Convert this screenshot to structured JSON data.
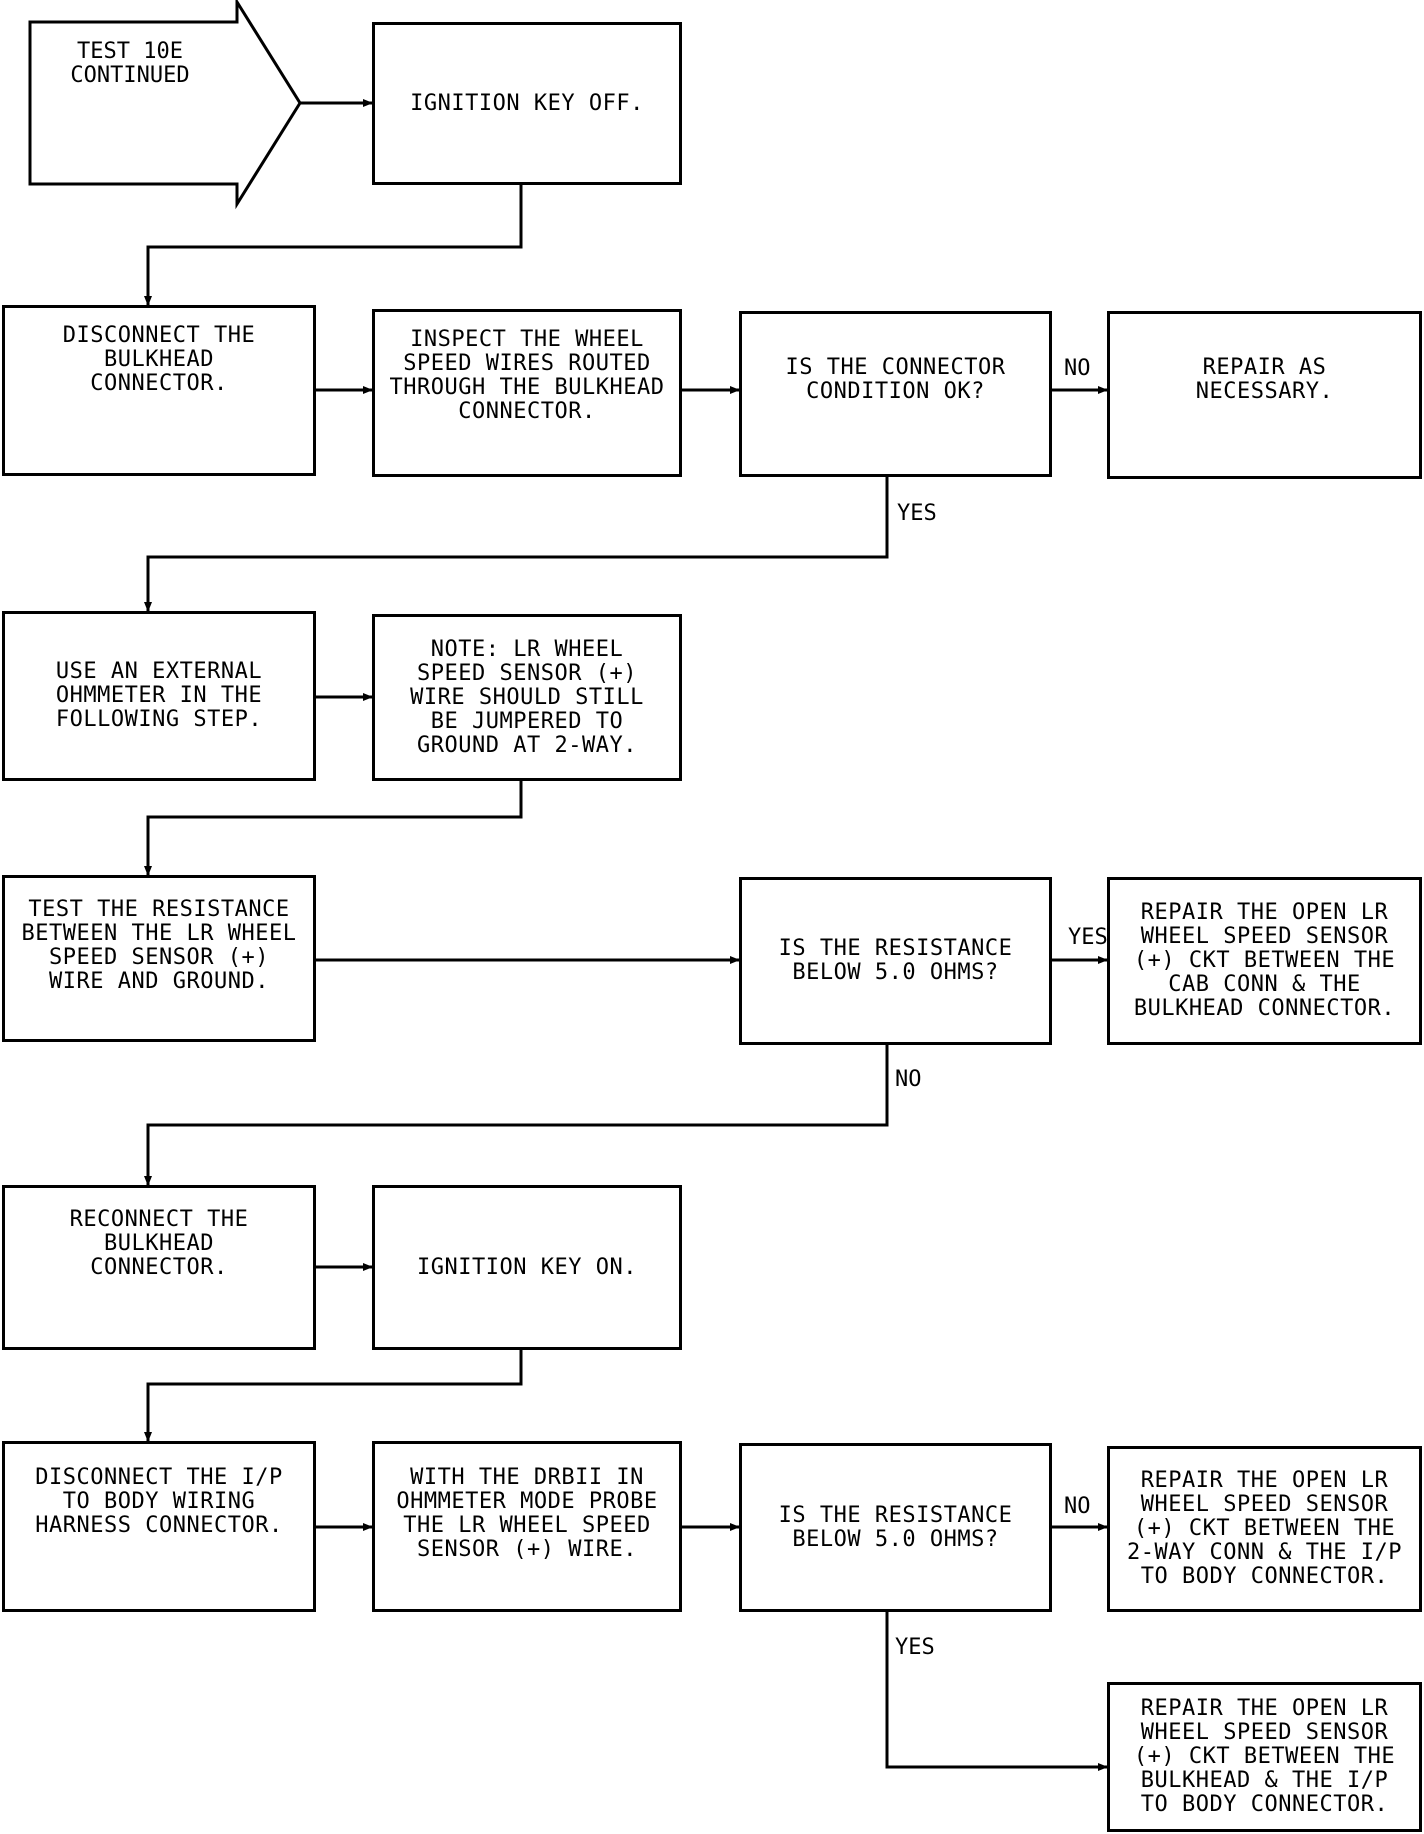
{
  "start": {
    "text": "TEST 10E\nCONTINUED"
  },
  "steps": {
    "ignition_off": "IGNITION KEY OFF.",
    "disconnect_bulkhead": "DISCONNECT THE\nBULKHEAD\nCONNECTOR.",
    "inspect_wires": "INSPECT THE WHEEL\nSPEED WIRES ROUTED\nTHROUGH THE BULKHEAD\nCONNECTOR.",
    "connector_ok": "IS THE CONNECTOR\nCONDITION OK?",
    "repair_necessary": "REPAIR AS\nNECESSARY.",
    "use_ohmmeter": "USE AN EXTERNAL\nOHMMETER IN THE\nFOLLOWING STEP.",
    "note_jumper": "NOTE:  LR WHEEL\nSPEED SENSOR (+)\nWIRE SHOULD STILL\nBE JUMPERED TO\nGROUND AT 2-WAY.",
    "test_resistance": "TEST THE RESISTANCE\nBETWEEN THE LR WHEEL\nSPEED SENSOR (+)\nWIRE AND GROUND.",
    "resistance_q1": "IS THE RESISTANCE\nBELOW 5.0 OHMS?",
    "repair_cab_bulkhead": "REPAIR THE OPEN LR\nWHEEL SPEED SENSOR\n(+) CKT BETWEEN THE\nCAB CONN & THE\nBULKHEAD CONNECTOR.",
    "reconnect_bulkhead": "RECONNECT THE\nBULKHEAD\nCONNECTOR.",
    "ignition_on": "IGNITION KEY ON.",
    "disconnect_ip": "DISCONNECT THE I/P\nTO BODY WIRING\nHARNESS CONNECTOR.",
    "probe_wire": "WITH THE DRBII IN\nOHMMETER MODE PROBE\nTHE LR WHEEL SPEED\nSENSOR (+) WIRE.",
    "resistance_q2": "IS THE RESISTANCE\nBELOW 5.0 OHMS?",
    "repair_2way_ip": "REPAIR THE OPEN LR\nWHEEL SPEED SENSOR\n(+) CKT BETWEEN THE\n2-WAY CONN & THE I/P\nTO BODY CONNECTOR.",
    "repair_bulkhead_ip": "REPAIR THE OPEN LR\nWHEEL SPEED SENSOR\n(+) CKT BETWEEN THE\nBULKHEAD & THE I/P\nTO BODY CONNECTOR."
  },
  "branches": {
    "q_connector_no": "NO",
    "q_connector_yes": "YES",
    "q1_yes": "YES",
    "q1_no": "NO",
    "q2_no": "NO",
    "q2_yes": "YES"
  }
}
